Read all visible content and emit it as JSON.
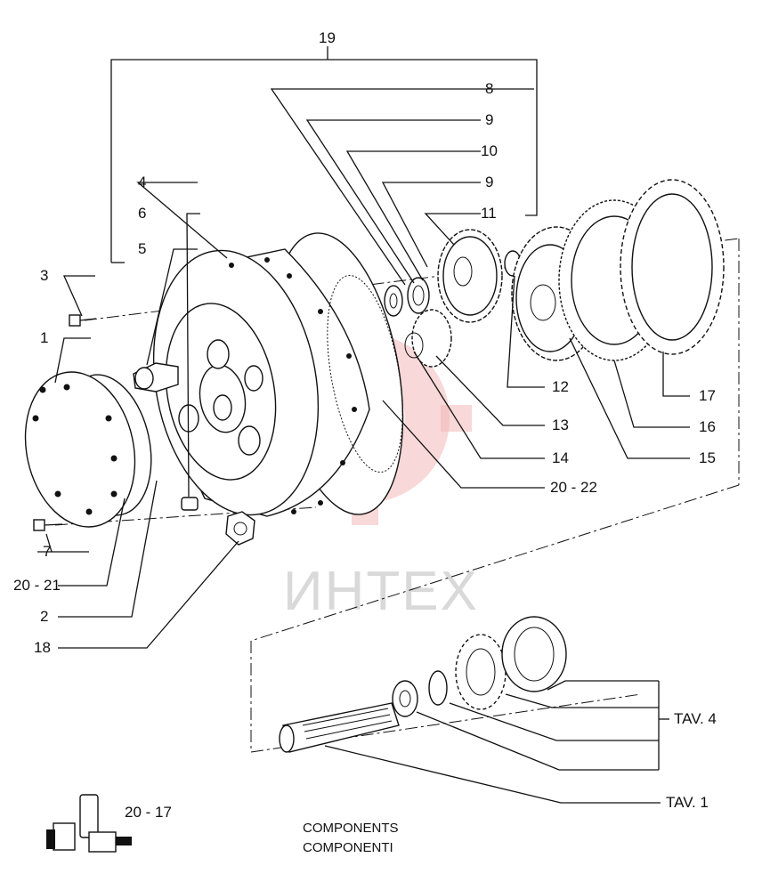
{
  "watermark": "ИНТЕХ",
  "callouts": {
    "c1": "1",
    "c2": "2",
    "c3": "3",
    "c4": "4",
    "c5": "5",
    "c6": "6",
    "c7": "7",
    "c8": "8",
    "c9a": "9",
    "c9b": "9",
    "c10": "10",
    "c11": "11",
    "c12": "12",
    "c13": "13",
    "c14": "14",
    "c15": "15",
    "c16": "16",
    "c17": "17",
    "c18": "18",
    "c19": "19",
    "c20_21": "20 - 21",
    "c20_22": "20 - 22",
    "tav4": "TAV. 4",
    "tav1": "TAV. 1"
  },
  "footer": {
    "ref": "20 - 17",
    "caption_en": "COMPONENTS",
    "caption_it": "COMPONENTI"
  }
}
